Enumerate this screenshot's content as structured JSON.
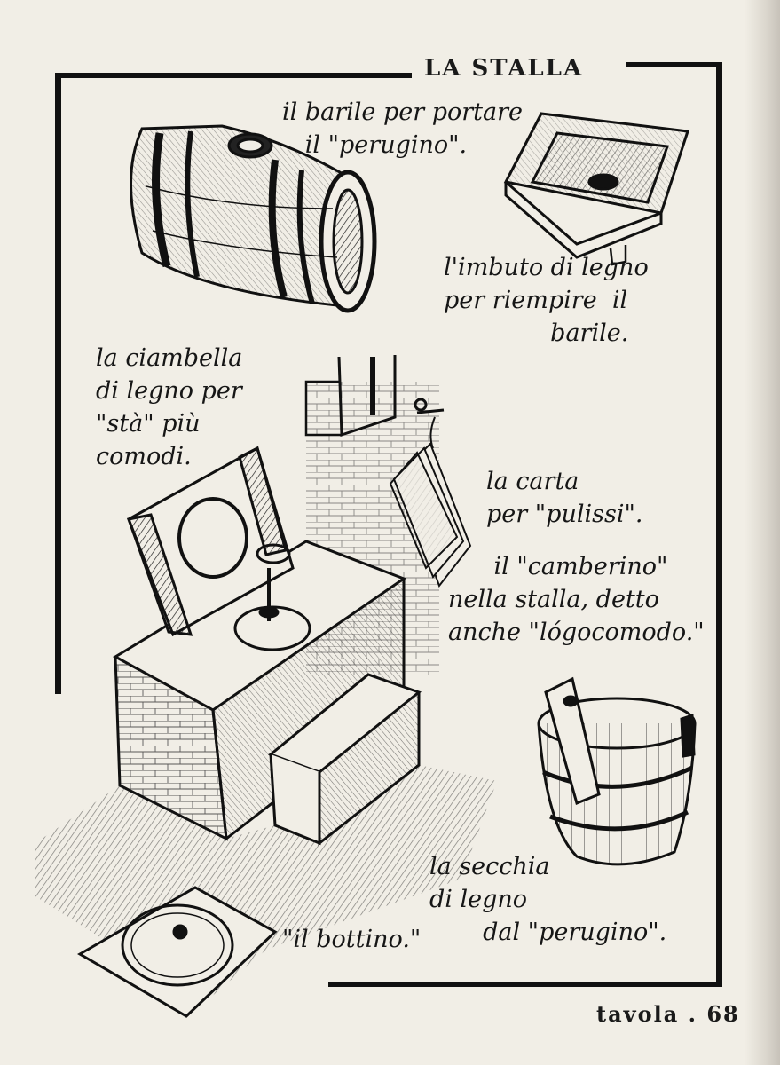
{
  "header": {
    "title": "LA STALLA"
  },
  "captions": {
    "barile": "il barile per portare\n   il \"perugino\".",
    "imbuto": "l'imbuto di legno\nper riempire  il\n              barile.",
    "ciambella": "la ciambella\ndi legno per\n\"stà\" più\ncomodi.",
    "carta": "la carta\nper \"pulissi\".",
    "camberino": "      il \"camberino\"\nnella stalla, detto\nanche \"lógocomodo.\"",
    "secchia": "la secchia\ndi legno\n       dal \"perugino\".",
    "bottino": "\"il bottino.\""
  },
  "footer": {
    "page_label": "tavola . 68"
  }
}
